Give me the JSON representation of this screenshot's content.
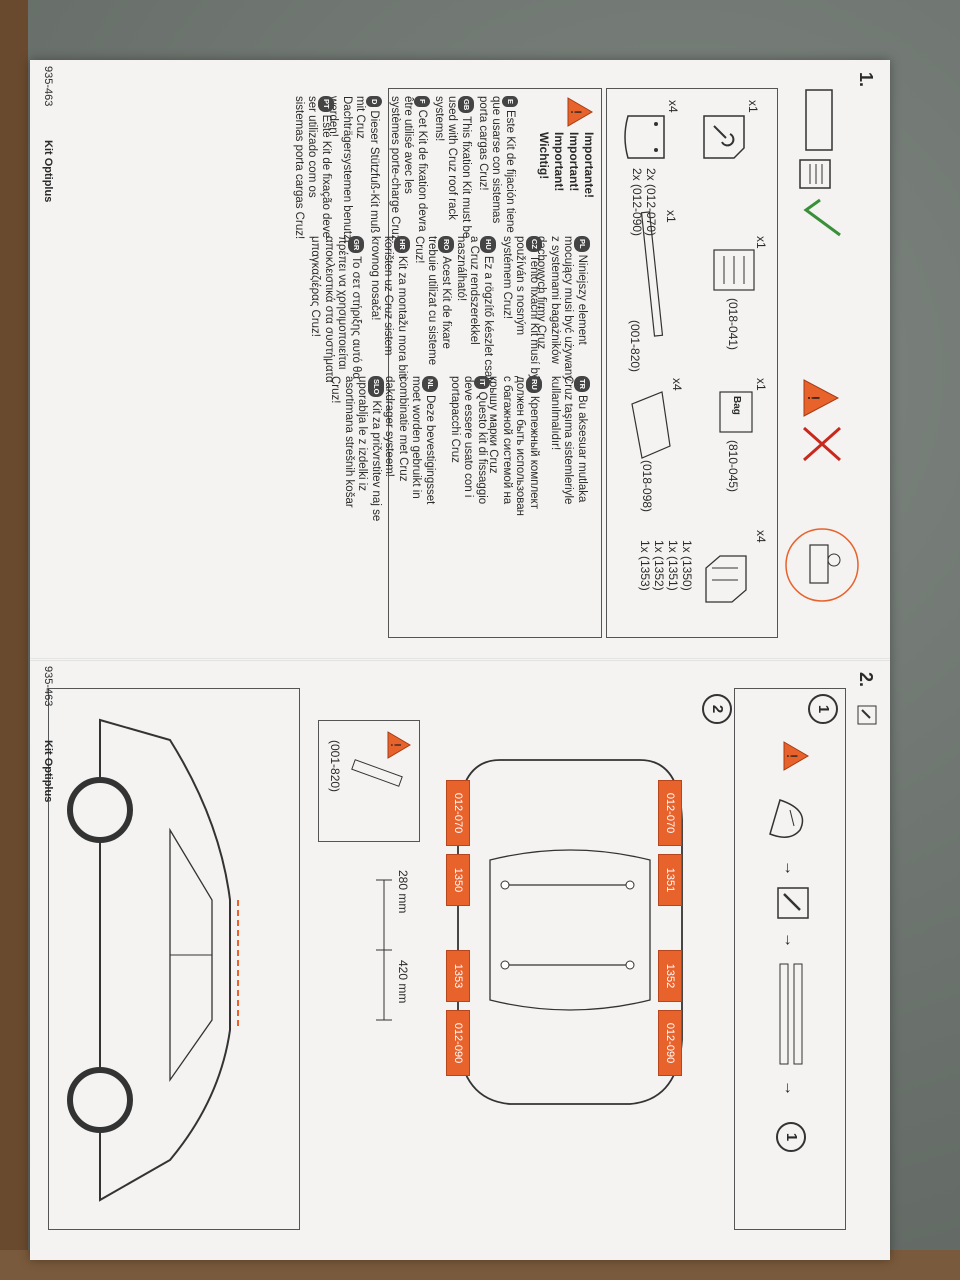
{
  "panel1": {
    "step": "1.",
    "qty": {
      "clamp": "x1",
      "tool": "x1",
      "pad": "x4",
      "rail": "x1",
      "foot_block": "x4",
      "bag": "x1",
      "pads_small": "x4",
      "feet": "x4"
    },
    "codes": {
      "instructions": "(018-041)",
      "bag": "(810-045)",
      "rail": "(001-820)",
      "plate": "(018-098)",
      "pads_1": "2x (012-070)",
      "pads_2": "2x (012-090)",
      "feet_1": "1x (1350)",
      "feet_2": "1x (1351)",
      "feet_3": "1x (1352)",
      "feet_4": "1x (1353)"
    },
    "bag_label": "Bag",
    "important": [
      "Importante!",
      "Important!",
      "Important!",
      "Wichtig!"
    ],
    "notes": [
      {
        "code": "E",
        "text": "Este Kit de fijación tiene que usarse con sistemas porta cargas Cruz!"
      },
      {
        "code": "GB",
        "text": "This fixation Kit must be used with Cruz roof rack systems!"
      },
      {
        "code": "F",
        "text": "Cet Kit de fixation devra être utilisé avec les systèmes porte-charge Cruz!"
      },
      {
        "code": "D",
        "text": "Dieser Stützfuß-Kit muß mit Cruz Dachträgersystemen benutzt werden!"
      },
      {
        "code": "PT",
        "text": "Este Kit de fixação deve ser utilizado com os sistemas porta cargas Cruz!"
      },
      {
        "code": "PL",
        "text": "Niniejszy element mocujący musi być używany z systemami bagażników dachowych firmy Cruz"
      },
      {
        "code": "CZ",
        "text": "Tento fixační Kit musí být používán s nosným systémem Cruz!"
      },
      {
        "code": "HU",
        "text": "Ez a rögzítő készlet csak a Cruz rendszerekkel használható!"
      },
      {
        "code": "RO",
        "text": "Acest Kit de fixare trebuie utilizat cu sisteme Cruz!"
      },
      {
        "code": "HR",
        "text": "Kit za montažu mora biti korišten uz Cruz sistem krovnog nosača!"
      },
      {
        "code": "GR",
        "text": "Το σετ στήριξης αυτό θα πρέπει να χρησιμοποιείται αποκλειστικά στα συστήματα μπαγκαζιέρας Cruz!"
      },
      {
        "code": "TR",
        "text": "Bu aksesuar mutlaka Cruz taşıma sistemleriyle kullanılmalıdır!"
      },
      {
        "code": "RU",
        "text": "Крепежный комплект должен быть использован с багажной системой на крышу марки Cruz"
      },
      {
        "code": "IT",
        "text": "Questo kit di fissaggio deve essere usato con i portapacchi Cruz"
      },
      {
        "code": "NL",
        "text": "Deze bevestigingsset moet worden gebruikt in combinatie met Cruz dakdrager systeem!"
      },
      {
        "code": "SLO",
        "text": "Kit za pričvrstitev naj se uporablja le z izdelki iz asortimana strešnih košar Cruz!"
      }
    ],
    "footer_code": "935-463",
    "footer_title": "Kit Optiplus"
  },
  "panel2": {
    "step": "2.",
    "circle_1": "1",
    "circle_2": "2",
    "circle_1b": "1",
    "tags_front": [
      "012-070",
      "1351",
      "1352",
      "012-090"
    ],
    "tags_rear": [
      "012-070",
      "1350",
      "1353",
      "012-090"
    ],
    "rail_code": "(001-820)",
    "measure_1": "280 mm",
    "measure_2": "420 mm",
    "footer_code": "935-463",
    "footer_title": "Kit Optiplus"
  },
  "colors": {
    "orange": "#e8622c",
    "paper": "#f4f3f1",
    "ink": "#2a2a2a",
    "check_green": "#3a8f3a",
    "cross_red": "#c8281e"
  }
}
